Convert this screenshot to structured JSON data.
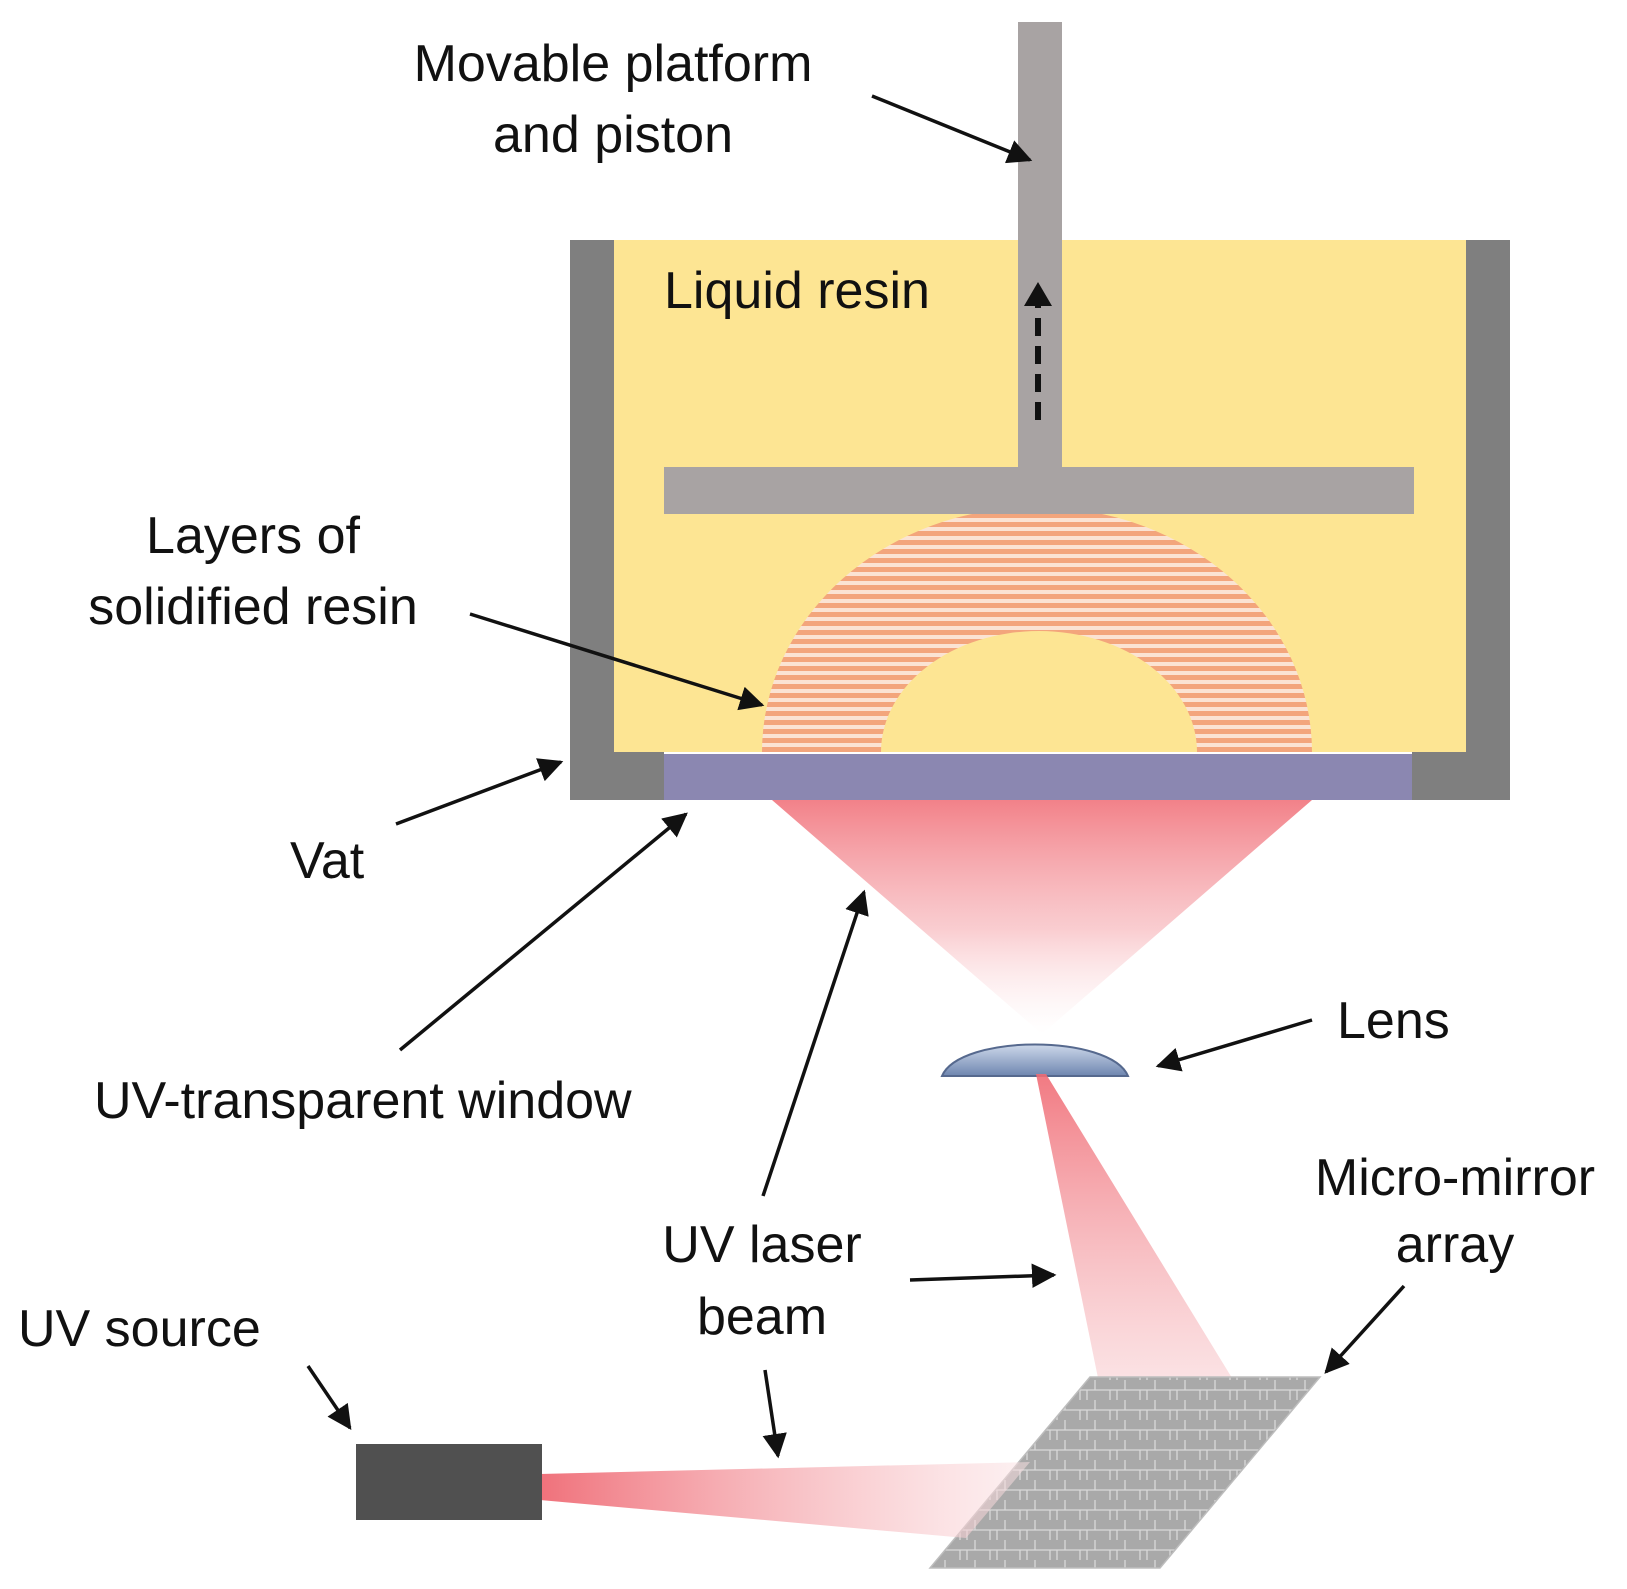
{
  "labels": {
    "platform_line1": "Movable platform",
    "platform_line2": "and piston",
    "liquid_resin": "Liquid resin",
    "layers_line1": "Layers of",
    "layers_line2": "solidified resin",
    "vat": "Vat",
    "uv_window": "UV-transparent window",
    "lens": "Lens",
    "micromirror_line1": "Micro-mirror",
    "micromirror_line2": "array",
    "uv_laser_line1": "UV laser",
    "uv_laser_line2": "beam",
    "uv_source": "UV source"
  },
  "colors": {
    "resin": "#fde593",
    "vat_wall": "#7f7f7f",
    "platform": "#a8a3a3",
    "window": "#8b87b1",
    "solidified_layer": "#f3a57c",
    "beam": "#f06b74",
    "uv_source": "#505050",
    "lens": "#8fa3c4",
    "mirror": "#a6a6a6"
  }
}
